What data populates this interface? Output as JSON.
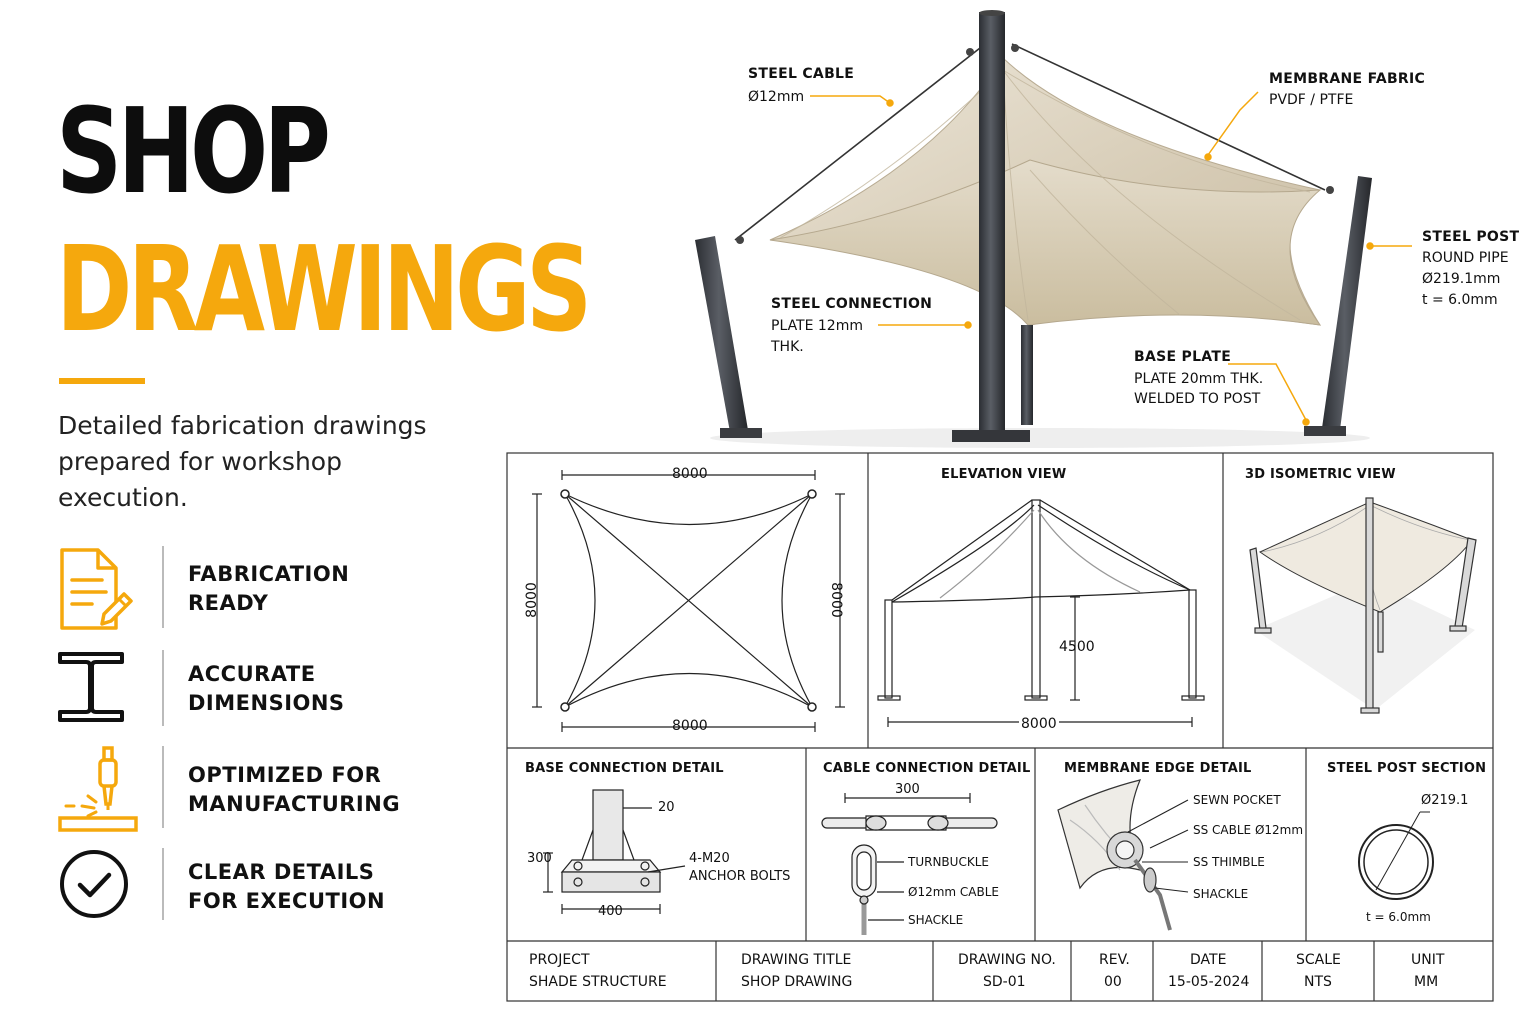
{
  "hero": {
    "title_line1": "SHOP",
    "title_line2": "DRAWINGS",
    "description": "Detailed fabrication drawings prepared for workshop execution."
  },
  "features": [
    {
      "icon": "document-pencil-icon",
      "line1": "FABRICATION",
      "line2": "READY"
    },
    {
      "icon": "i-beam-icon",
      "line1": "ACCURATE",
      "line2": "DIMENSIONS"
    },
    {
      "icon": "welding-torch-icon",
      "line1": "OPTIMIZED FOR",
      "line2": "MANUFACTURING"
    },
    {
      "icon": "check-circle-icon",
      "line1": "CLEAR DETAILS",
      "line2": "FOR EXECUTION"
    }
  ],
  "callouts": {
    "steel_cable": {
      "title": "STEEL CABLE",
      "sub": "Ø12mm"
    },
    "membrane": {
      "title": "MEMBRANE FABRIC",
      "sub": "PVDF / PTFE"
    },
    "steel_post": {
      "title": "STEEL POST",
      "sub1": "ROUND PIPE",
      "sub2": "Ø219.1mm",
      "sub3": "t = 6.0mm"
    },
    "connection": {
      "title": "STEEL CONNECTION",
      "sub1": "PLATE 12mm",
      "sub2": "THK."
    },
    "base_plate": {
      "title": "BASE PLATE",
      "sub1": "PLATE 20mm THK.",
      "sub2": "WELDED TO POST"
    }
  },
  "plan_view": {
    "top": "8000",
    "bottom": "8000",
    "left": "8000",
    "right": "8000"
  },
  "elevation_view": {
    "title": "ELEVATION VIEW",
    "height": "4500",
    "width": "8000"
  },
  "iso_view": {
    "title": "3D ISOMETRIC VIEW"
  },
  "details": {
    "base": {
      "title": "BASE CONNECTION DETAIL",
      "dim_top": "20",
      "dim_height": "300",
      "dim_width": "400",
      "bolts1": "4-M20",
      "bolts2": "ANCHOR BOLTS"
    },
    "cable": {
      "title": "CABLE CONNECTION DETAIL",
      "dim": "300",
      "turnbuckle": "TURNBUCKLE",
      "cable": "Ø12mm CABLE",
      "shackle": "SHACKLE"
    },
    "membrane": {
      "title": "MEMBRANE EDGE DETAIL",
      "pocket": "SEWN POCKET",
      "cable": "SS CABLE Ø12mm",
      "thimble": "SS THIMBLE",
      "shackle": "SHACKLE"
    },
    "post": {
      "title": "STEEL POST SECTION",
      "diameter": "Ø219.1",
      "thickness": "t = 6.0mm"
    }
  },
  "title_block": [
    {
      "label": "PROJECT",
      "value": "SHADE STRUCTURE"
    },
    {
      "label": "DRAWING TITLE",
      "value": "SHOP DRAWING"
    },
    {
      "label": "DRAWING NO.",
      "value": "SD-01"
    },
    {
      "label": "REV.",
      "value": "00"
    },
    {
      "label": "DATE",
      "value": "15-05-2024"
    },
    {
      "label": "SCALE",
      "value": "NTS"
    },
    {
      "label": "UNIT",
      "value": "MM"
    }
  ],
  "colors": {
    "accent": "#f5a80d",
    "ink": "#111111",
    "fabric": "#d9cfbd",
    "steel": "#3c3f44"
  }
}
